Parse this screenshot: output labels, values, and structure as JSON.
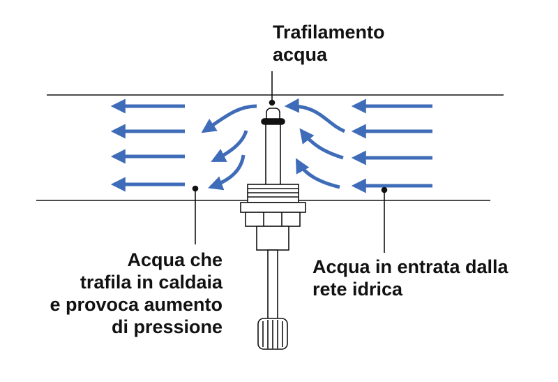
{
  "labels": {
    "top": [
      "Trafilamento",
      "acqua"
    ],
    "left": [
      "Acqua che",
      "trafila in caldaia",
      "e provoca aumento",
      "di pressione"
    ],
    "right": [
      "Acqua in entrata dalla",
      "rete idrica"
    ]
  },
  "colors": {
    "arrow": "#3f6cb8",
    "line": "#111111",
    "text": "#111111",
    "background": "#ffffff"
  }
}
